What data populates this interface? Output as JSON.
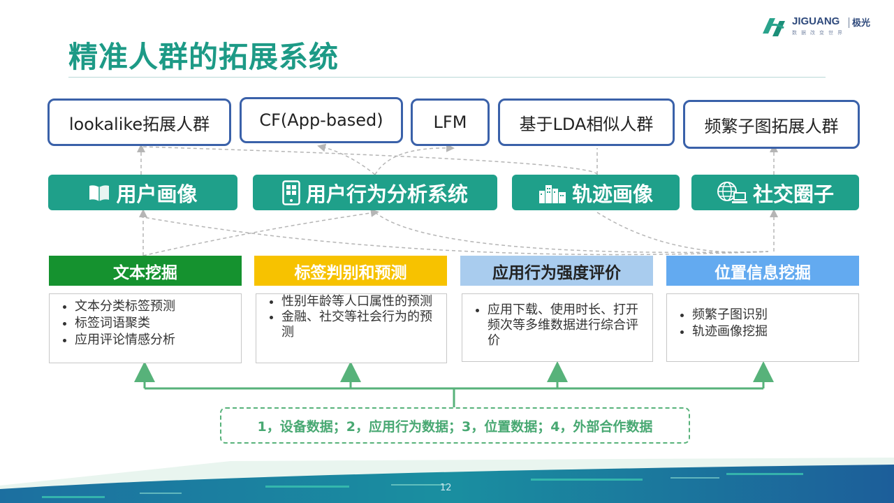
{
  "title": "精准人群的拓展系统",
  "logo": {
    "word": "JIGUANG",
    "cn": "极光",
    "tagline": "数据改变世界"
  },
  "methods": [
    "lookalike拓展人群",
    "CF(App-based)",
    "LFM",
    "基于LDA相似人群",
    "频繁子图拓展人群"
  ],
  "pills": [
    {
      "label": "用户画像",
      "icon": "book-icon"
    },
    {
      "label": "用户行为分析系统",
      "icon": "phone-app-icon"
    },
    {
      "label": "轨迹画像",
      "icon": "city-buildings-icon"
    },
    {
      "label": "社交圈子",
      "icon": "globe-computer-icon"
    }
  ],
  "categories": [
    {
      "title": "文本挖掘",
      "color": "#15922f",
      "text_color": "#ffffff",
      "items": [
        "文本分类标签预测",
        "标签词语聚类",
        "应用评论情感分析"
      ]
    },
    {
      "title": "标签判别和预测",
      "color": "#f7c200",
      "text_color": "#ffffff",
      "items": [
        "性别年龄等人口属性的预测",
        "金融、社交等社会行为的预测"
      ]
    },
    {
      "title": "应用行为强度评价",
      "color": "#a9ccee",
      "text_color": "#222222",
      "items": [
        "应用下载、使用时长、打开频次等多维数据进行综合评价"
      ]
    },
    {
      "title": "位置信息挖掘",
      "color": "#63aaf0",
      "text_color": "#ffffff",
      "items": [
        "频繁子图识别",
        "轨迹画像挖掘"
      ]
    }
  ],
  "data_sources": "1，设备数据；2，应用行为数据；3，位置数据；4，外部合作数据",
  "page_number": "12",
  "colors": {
    "accent": "#1d9a86",
    "method_border": "#3a61a9",
    "pill": "#1fa08a",
    "arrow": "#57b27a"
  }
}
